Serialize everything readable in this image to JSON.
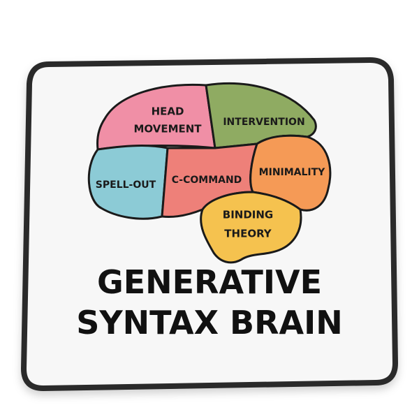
{
  "brain": {
    "regions": {
      "head_movement": {
        "line1": "HEAD",
        "line2": "MOVEMENT",
        "color": "#f08fa6"
      },
      "intervention": {
        "label": "INTERVENTION",
        "color": "#8fab62"
      },
      "spell_out": {
        "label": "SPELL-OUT",
        "color": "#8ccbd6"
      },
      "c_command": {
        "label": "C-COMMAND",
        "color": "#ee8079"
      },
      "minimality": {
        "label": "MINIMALITY",
        "color": "#f59a56"
      },
      "binding_theory": {
        "line1": "BINDING",
        "line2": "THEORY",
        "color": "#f5c24f"
      }
    },
    "outline_color": "#1a1a1a"
  },
  "title": {
    "line1": "GENERATIVE",
    "line2": "SYNTAX BRAIN"
  },
  "mousepad": {
    "surface_color": "#f7f7f7",
    "stitch_color": "#2a2a2a"
  }
}
